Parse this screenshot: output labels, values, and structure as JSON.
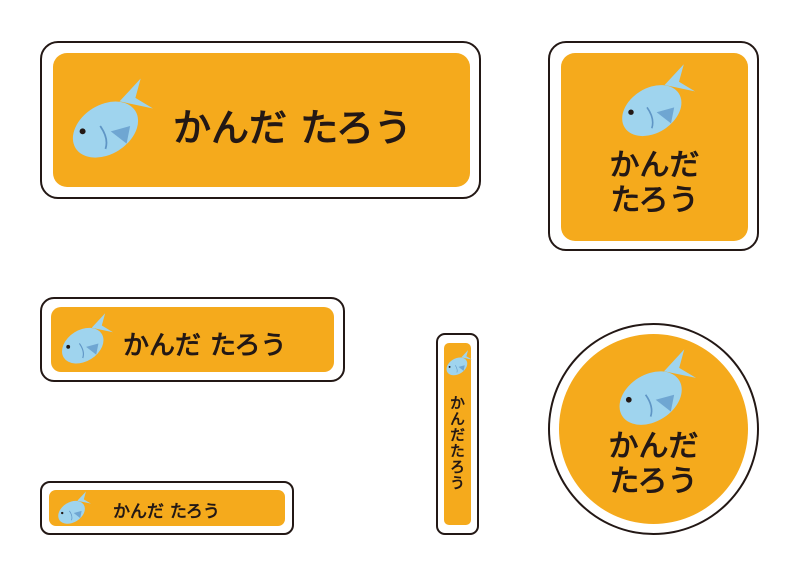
{
  "labels": {
    "large": {
      "name": "かんだ たろう"
    },
    "square": {
      "line1": "かんだ",
      "line2": "たろう"
    },
    "medium": {
      "name": "かんだ たろう"
    },
    "small": {
      "name": "かんだ たろう"
    },
    "vertical": {
      "name": "かんだたろう"
    },
    "round": {
      "line1": "かんだ",
      "line2": "たろう"
    }
  },
  "icons": {
    "fish": "fish-icon"
  },
  "colors": {
    "label_fill": "#f5aa1c",
    "border": "#231815",
    "fish_body": "#9fd4ee",
    "fish_fin": "#6fa6d2",
    "text": "#231815"
  }
}
